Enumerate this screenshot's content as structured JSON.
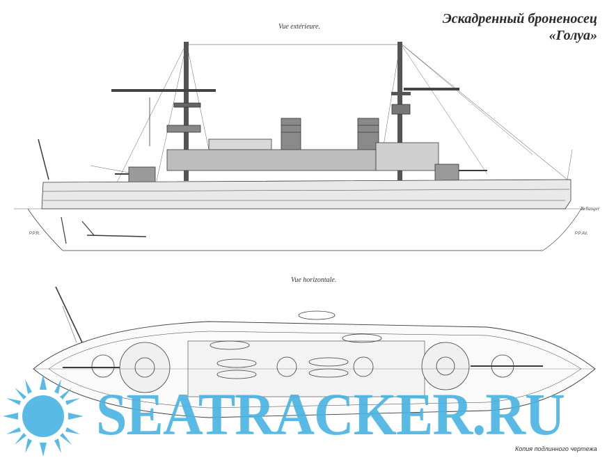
{
  "title": {
    "line1": "Эскадренный броненосец",
    "line2": "«Голуа»"
  },
  "views": {
    "side": "Vue extérieure.",
    "plan": "Vue horizontale."
  },
  "marks": {
    "aft": "P.P.R.",
    "fwd": "P.P.AV.",
    "signature": "Bellanger"
  },
  "caption": "Копия подлинного чертежа",
  "watermark": {
    "text": "SEATRACKER.RU",
    "color": "#47b3e3"
  },
  "colors": {
    "line": "#3a3a3a",
    "paper": "#ffffff"
  }
}
